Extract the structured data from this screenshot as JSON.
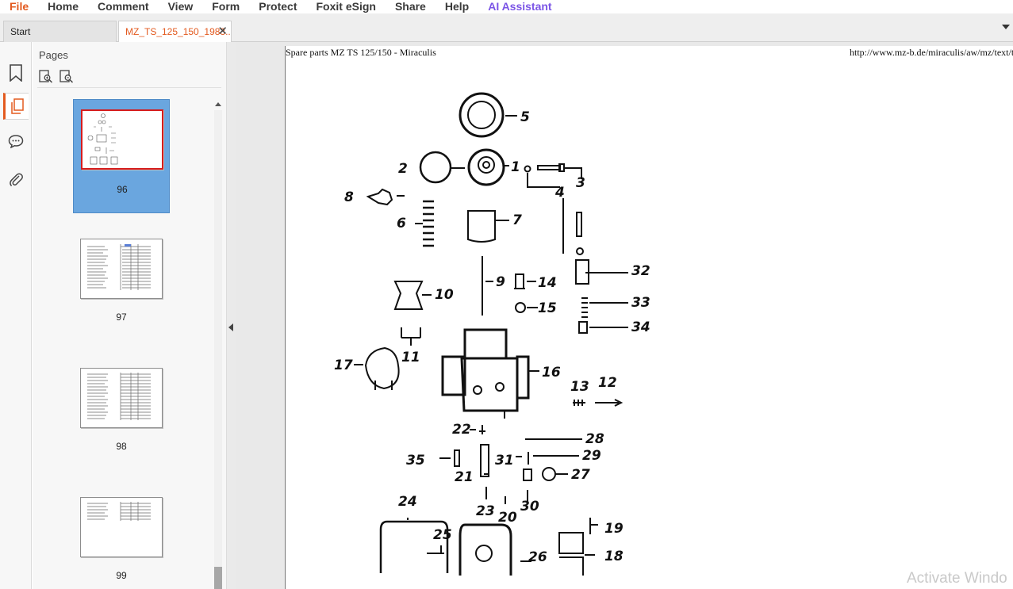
{
  "menu": {
    "items": [
      "File",
      "Home",
      "Comment",
      "View",
      "Form",
      "Protect",
      "Foxit eSign",
      "Share",
      "Help",
      "AI Assistant"
    ]
  },
  "tabs": {
    "start": "Start",
    "active": "MZ_TS_125_150_1983..."
  },
  "panel": {
    "title": "Pages",
    "pages": [
      "96",
      "97",
      "98",
      "99"
    ]
  },
  "document": {
    "header_left": "Spare parts MZ TS 125/150 - Miraculis",
    "header_right": "http://www.mz-b.de/miraculis/aw/mz/text/t",
    "part_labels": [
      "5",
      "2",
      "1",
      "4",
      "3",
      "8",
      "6",
      "7",
      "32",
      "9",
      "14",
      "10",
      "15",
      "33",
      "34",
      "11",
      "17",
      "16",
      "13",
      "12",
      "22",
      "35",
      "21",
      "31",
      "28",
      "29",
      "27",
      "23",
      "20",
      "30",
      "24",
      "25",
      "26",
      "19",
      "18"
    ]
  },
  "watermark": "Activate Windo",
  "icons": {
    "rail": [
      "bookmark-icon",
      "pages-icon",
      "comment-icon",
      "attachment-icon"
    ],
    "tools": [
      "page-zoom-in-icon",
      "page-zoom-out-icon"
    ]
  },
  "colors": {
    "brand": "#e35a1f",
    "ai": "#7b55e6",
    "selection": "#6aa6df",
    "selected_border": "#d61c1c"
  }
}
